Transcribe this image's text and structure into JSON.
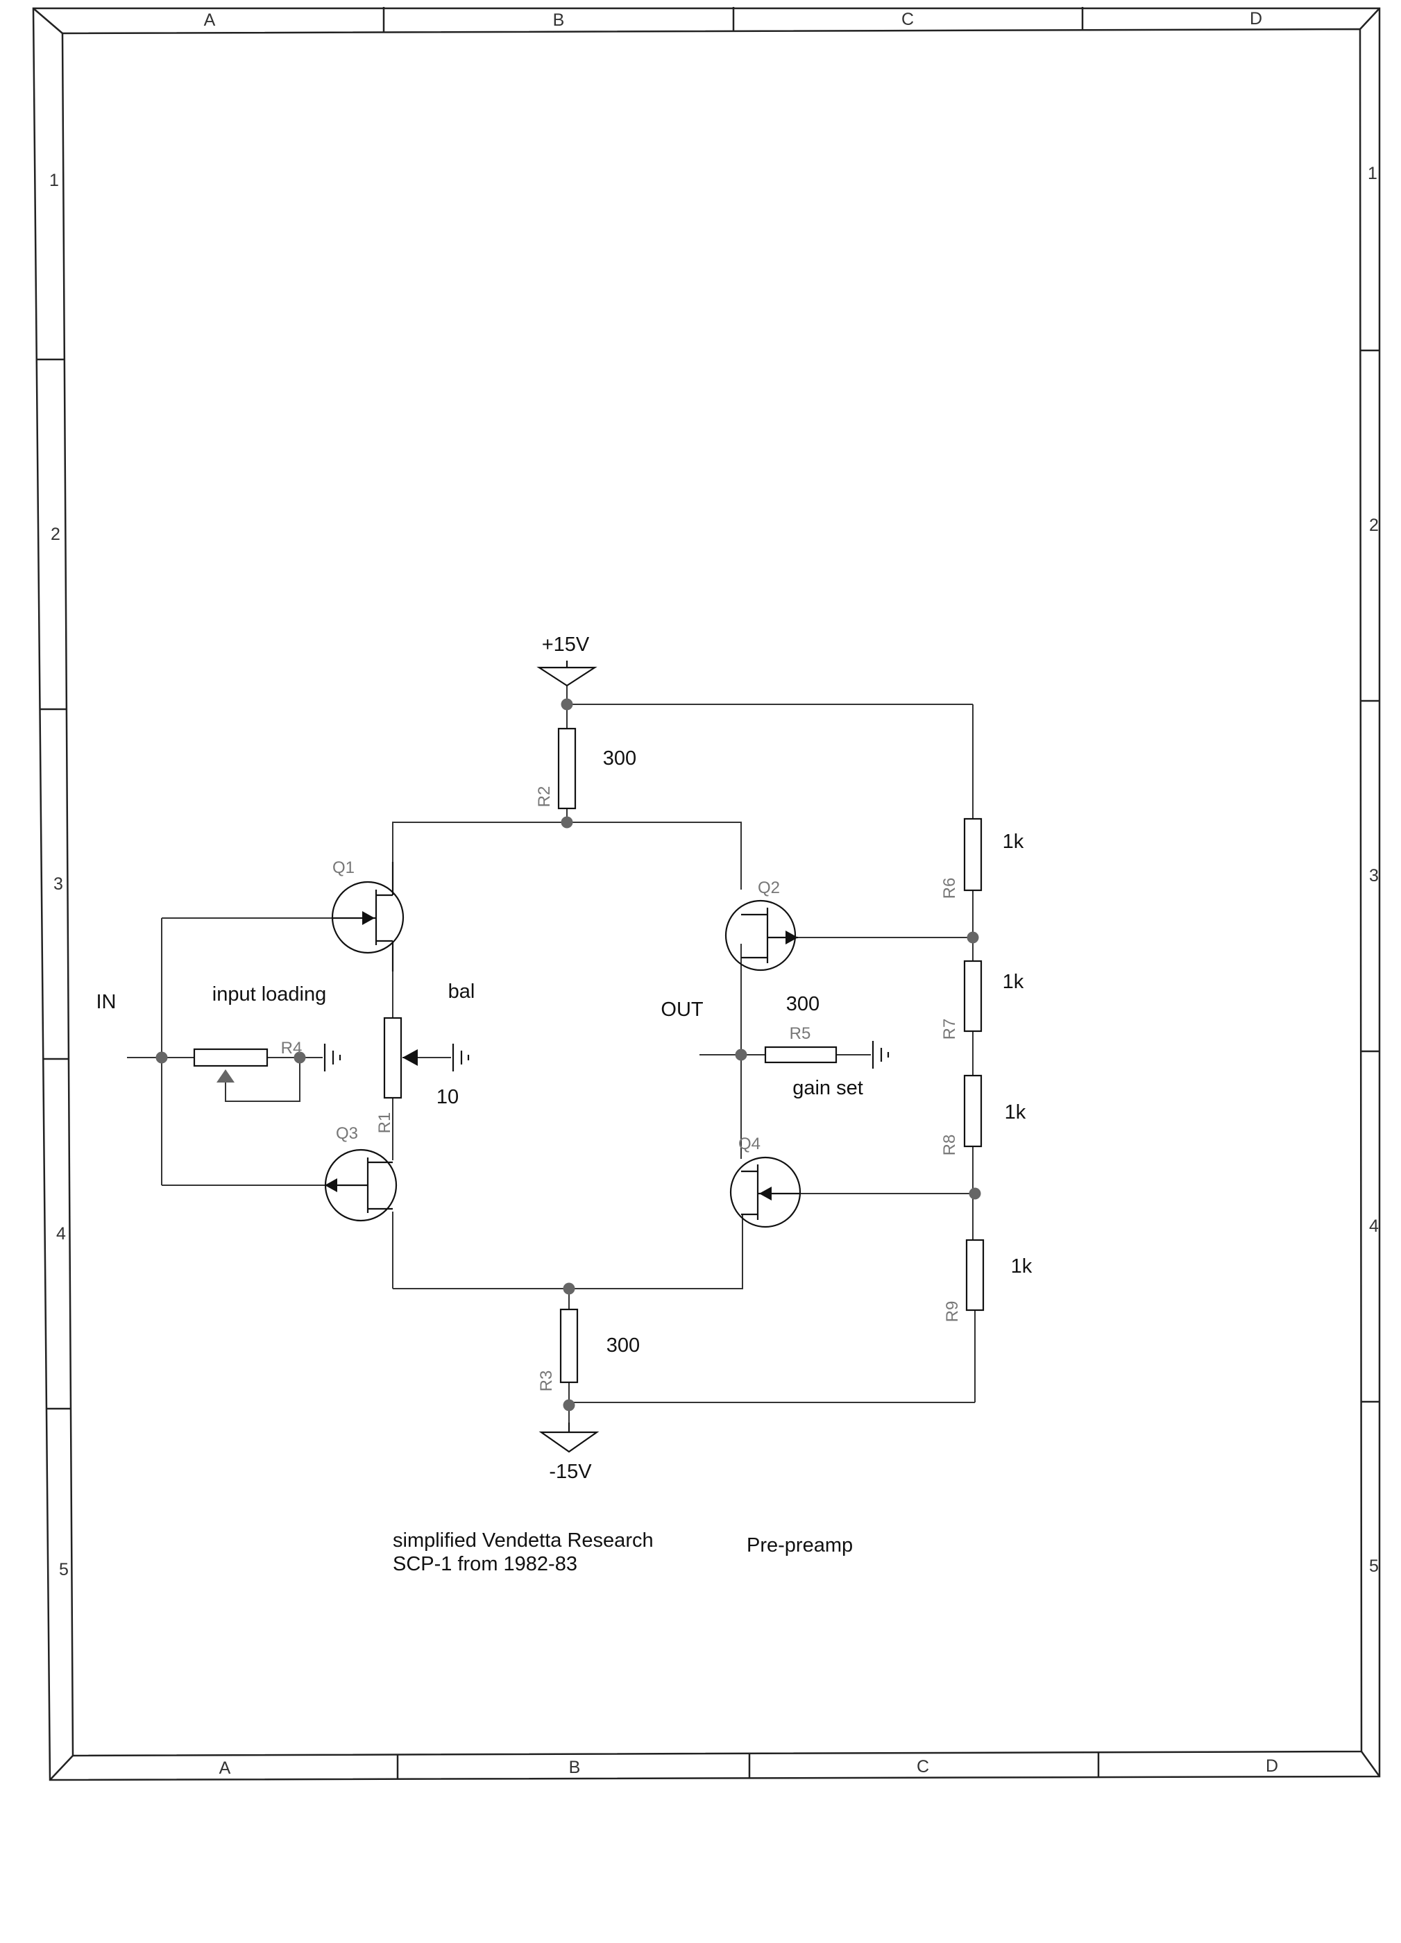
{
  "border": {
    "columns_top": [
      "A",
      "B",
      "C",
      "D"
    ],
    "columns_bottom": [
      "A",
      "B",
      "C",
      "D"
    ],
    "rows_left": [
      "1",
      "2",
      "3",
      "4",
      "5"
    ],
    "rows_right": [
      "1",
      "2",
      "3",
      "4",
      "5"
    ]
  },
  "rails": {
    "positive": "+15V",
    "negative": "-15V"
  },
  "transistors": {
    "q1": "Q1",
    "q2": "Q2",
    "q3": "Q3",
    "q4": "Q4"
  },
  "resistors": {
    "r1": {
      "ref": "R1",
      "value": "10"
    },
    "r2": {
      "ref": "R2",
      "value": "300"
    },
    "r3": {
      "ref": "R3",
      "value": "300"
    },
    "r4": {
      "ref": "R4"
    },
    "r5": {
      "ref": "R5",
      "value": "300"
    },
    "r6": {
      "ref": "R6",
      "value": "1k"
    },
    "r7": {
      "ref": "R7",
      "value": "1k"
    },
    "r8": {
      "ref": "R8",
      "value": "1k"
    },
    "r9": {
      "ref": "R9",
      "value": "1k"
    }
  },
  "annotations": {
    "input": "IN",
    "output": "OUT",
    "input_loading": "input loading",
    "balance": "bal",
    "gain_set": "gain set"
  },
  "title_block": {
    "line1": "simplified Vendetta Research",
    "line2": "SCP-1 from 1982-83",
    "name": "Pre-preamp"
  }
}
